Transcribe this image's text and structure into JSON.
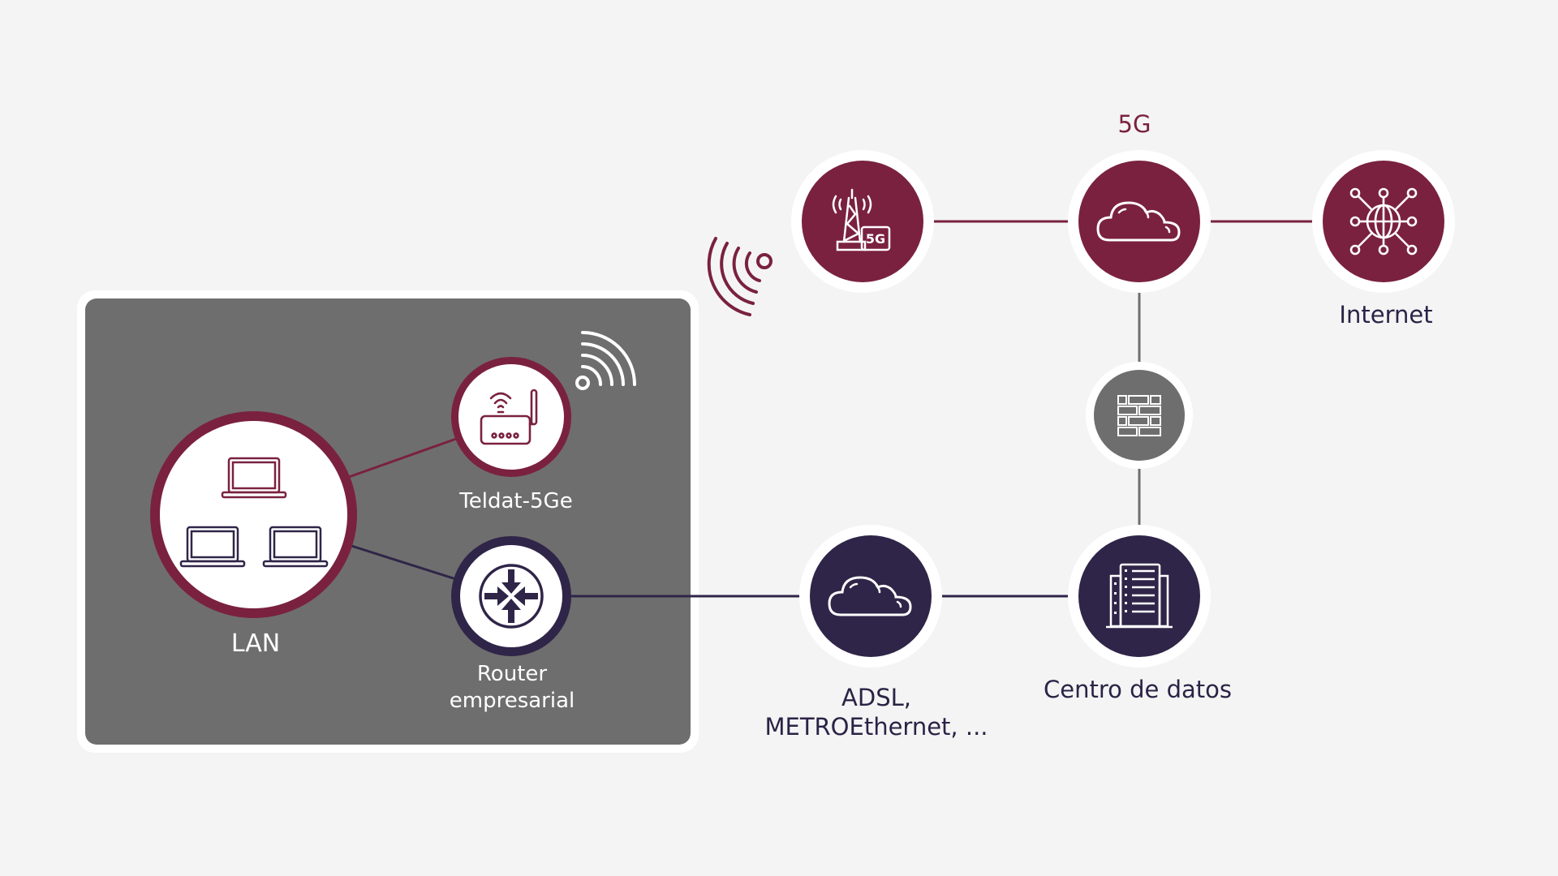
{
  "diagram": {
    "colors": {
      "wine": "#7a2140",
      "navy": "#2f2548",
      "gray": "#6e6e6e",
      "background": "#f4f4f4",
      "white": "#ffffff"
    },
    "lan_group": {
      "lan": {
        "label": "LAN",
        "icon": "laptops-icon"
      },
      "teldat": {
        "label": "Teldat-5Ge",
        "icon": "wireless-router-icon"
      },
      "router": {
        "label_line1": "Router",
        "label_line2": "empresarial",
        "icon": "router-arrows-icon"
      }
    },
    "nodes": {
      "tower": {
        "icon": "5g-tower-icon",
        "badge": "5G"
      },
      "cloud_5g": {
        "label": "5G",
        "icon": "cloud-icon"
      },
      "internet": {
        "label": "Internet",
        "icon": "globe-network-icon"
      },
      "firewall": {
        "icon": "firewall-icon"
      },
      "datacenter": {
        "label": "Centro de datos",
        "icon": "datacenter-building-icon"
      },
      "cloud_adsl": {
        "label_line1": "ADSL,",
        "label_line2": "METROEthernet, ...",
        "icon": "cloud-icon"
      }
    },
    "edges": [
      {
        "from": "LAN",
        "to": "Teldat-5Ge",
        "color": "wine"
      },
      {
        "from": "LAN",
        "to": "Router empresarial",
        "color": "navy"
      },
      {
        "from": "Router empresarial",
        "to": "ADSL, METROEthernet, ...",
        "color": "navy"
      },
      {
        "from": "ADSL, METROEthernet, ...",
        "to": "Centro de datos",
        "color": "navy"
      },
      {
        "from": "Centro de datos",
        "to": "Firewall",
        "color": "gray"
      },
      {
        "from": "Firewall",
        "to": "5G",
        "color": "gray"
      },
      {
        "from": "5G tower",
        "to": "5G",
        "color": "wine"
      },
      {
        "from": "5G",
        "to": "Internet",
        "color": "wine"
      }
    ]
  }
}
